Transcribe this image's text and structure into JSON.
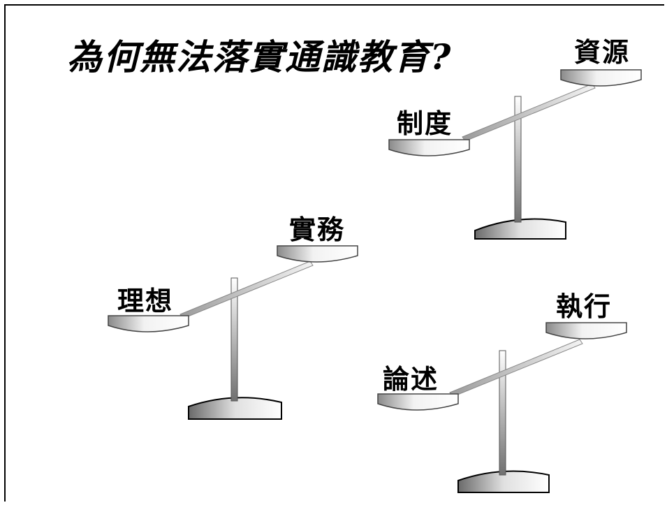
{
  "slide": {
    "title": "為何無法落實通識教育?"
  },
  "scales": [
    {
      "low_label": "制度",
      "high_label": "資源"
    },
    {
      "low_label": "理想",
      "high_label": "實務"
    },
    {
      "low_label": "論述",
      "high_label": "執行"
    }
  ]
}
